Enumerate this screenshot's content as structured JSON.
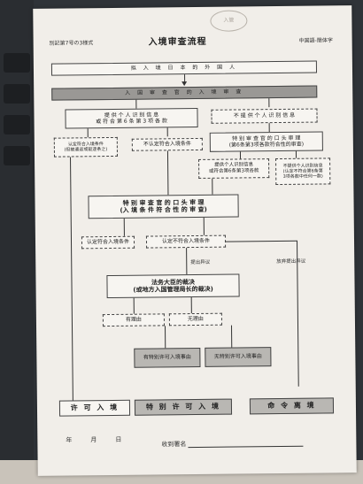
{
  "header": {
    "form_no": "別記第7号の3様式",
    "title": "入境审查流程",
    "lang": "中国語-簡体字",
    "stamp": "入管"
  },
  "flow": {
    "step1": "拟 入 境 日 本 的 外 国 人",
    "step2": "入 国 审 查 官 的 入 境 审 查",
    "provide_id": "提 供 个 人 识 别 信 息\n或 符 合 第 6 条 第 3 项 各 款",
    "not_provide_id": "不 提 供 个 人 识 别 信 息",
    "meets": "认定符合入境条件\n(但被遣返或驱逐条之)",
    "not_meets": "不认定符合入境条件",
    "oral_exam_right": "特 别 审 查 官 的 口 头 审 理\n(第6条第3项各款符合性的审查)",
    "provide_id_2": "提供个人识别信息\n或符合第6条第3项各款",
    "not_provide_id_2": "不提供个人识别信息\n(认定不符合第6条第\n3项各款中任何一款)",
    "oral_exam_center": "特 别 审 查 官 的 口 头 审 理\n(入 境 条 件 符 合 性 的 审 查)",
    "center_meets": "认定符合入境条件",
    "center_not_meets": "认定不符合入境条件",
    "objection": "提出异议",
    "no_objection": "放弃提出异议",
    "minister": "法务大臣的裁决\n(或地方入国管理局长的裁决)",
    "reason_yes": "有理由",
    "reason_no": "无理由",
    "special_yes": "有特别许可入境事由",
    "special_no": "无特别许可入境事由",
    "result_permit": "许 可 入 境",
    "result_special": "特 别 许 可 入 境",
    "result_order": "命 令 离 境"
  },
  "footer": {
    "year": "年",
    "month": "月",
    "day": "日",
    "signature": "收到署名"
  }
}
